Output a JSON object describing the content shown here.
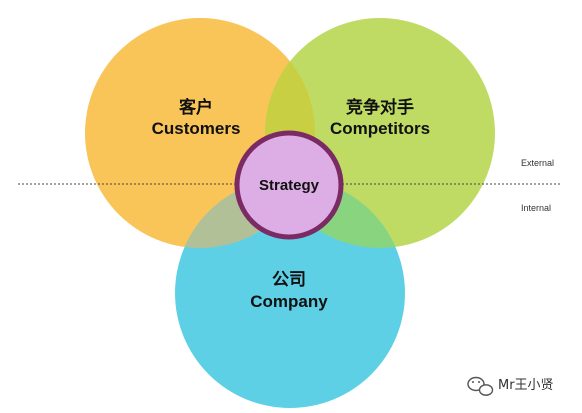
{
  "colors": {
    "customers": "#F9C458",
    "competitors": "#BFDB63",
    "company": "#5ED0E6",
    "overlap_customers_competitors": "#C9CF43",
    "overlap_customers_company": "#B2C098",
    "overlap_competitors_company": "#88D47F",
    "strategy_fill": "#DDAEE6",
    "strategy_stroke": "#7C2A64",
    "divider": "#444444"
  },
  "circles": {
    "customers": {
      "label_cn": "客户",
      "label_en": "Customers"
    },
    "competitors": {
      "label_cn": "竞争对手",
      "label_en": "Competitors"
    },
    "company": {
      "label_cn": "公司",
      "label_en": "Company"
    }
  },
  "strategy": {
    "label": "Strategy"
  },
  "divider": {
    "external_label": "External",
    "internal_label": "Internal"
  },
  "watermark": {
    "text": "Mr王小贤",
    "icon": "wechat-icon"
  }
}
